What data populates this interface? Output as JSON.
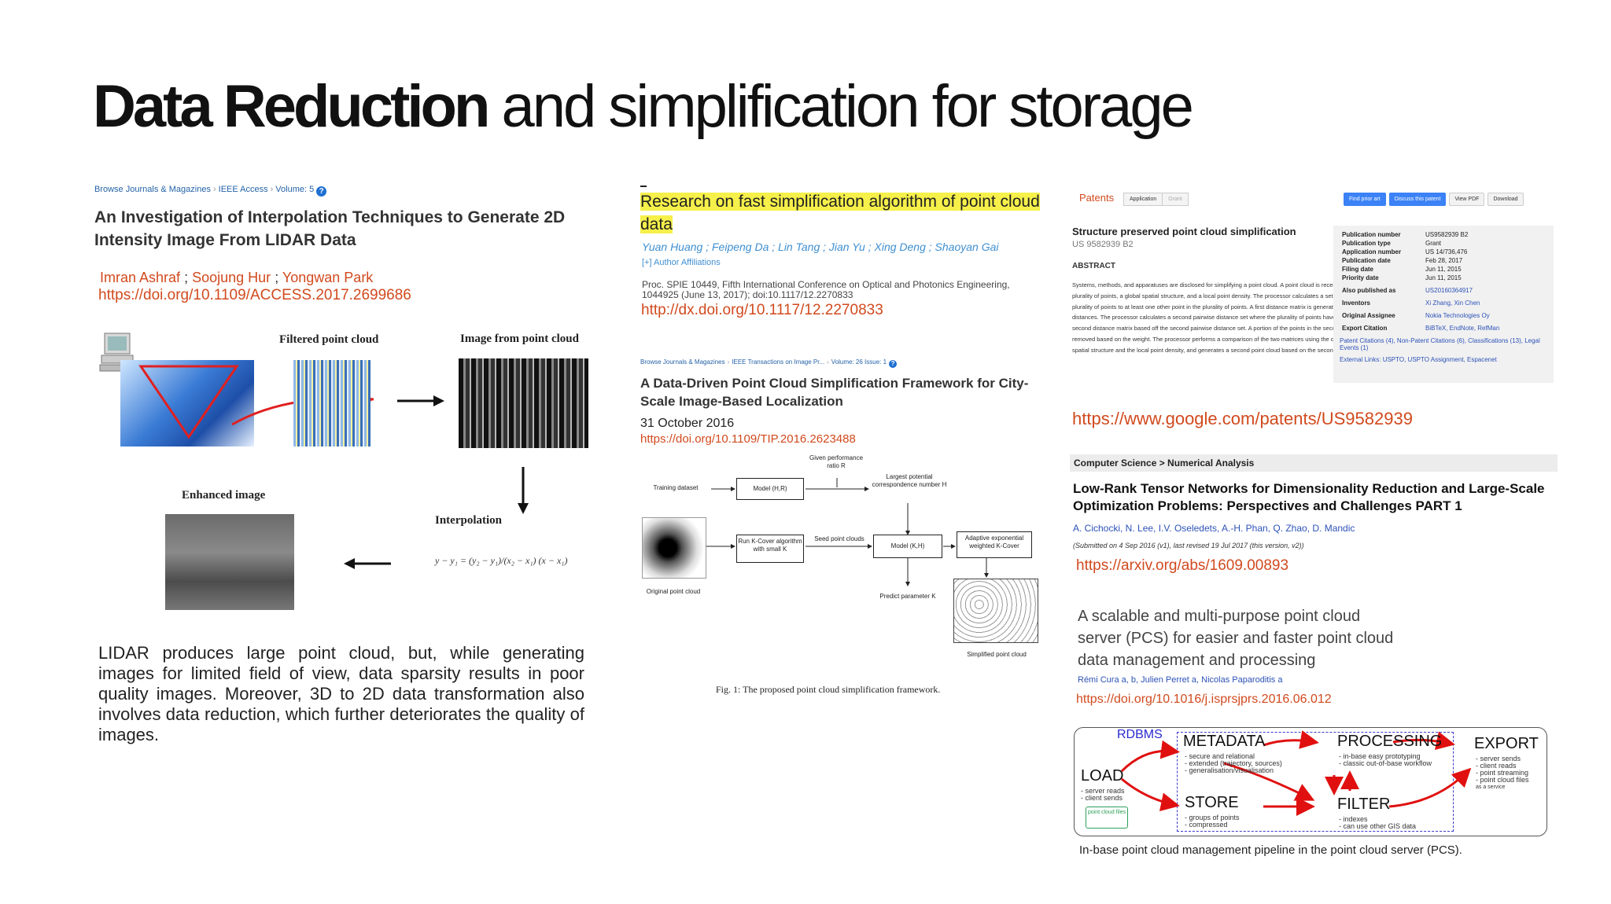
{
  "slide": {
    "title_bold": "Data Reduction",
    "title_light": "and simplification for storage"
  },
  "paper1": {
    "breadcrumb": [
      "Browse Journals & Magazines",
      "IEEE Access",
      "Volume: 5"
    ],
    "help_glyph": "?",
    "title": "An Investigation of Interpolation Techniques to Generate 2D Intensity Image From LIDAR Data",
    "authors": [
      "Imran Ashraf",
      "Soojung Hur",
      "Yongwan Park"
    ],
    "author_sep": ";",
    "doi": "https://doi.org/10.1109/ACCESS.2017.2699686",
    "figure": {
      "filtered_label": "Filtered point cloud",
      "image_label": "Image from point cloud",
      "enhanced_label": "Enhanced image",
      "interp_label": "Interpolation",
      "formula": "y − y₁ = (y₂ − y₁)/(x₂ − x₁) (x − x₁)"
    },
    "summary": "LIDAR produces large point cloud, but, while generating images for limited field of view, data sparsity results in poor quality images. Moreover, 3D to 2D data transformation also involves data reduction, which further deteriorates the quality of images."
  },
  "paper2": {
    "title": "Research on fast simplification algorithm of point cloud data",
    "authors": "Yuan Huang ; Feipeng Da ; Lin Tang ; Jian Yu ; Xing Deng ; Shaoyan Gai",
    "affiliations": "[+] Author Affiliations",
    "citation": "Proc. SPIE 10449, Fifth International Conference on Optical and Photonics Engineering, 1044925 (June 13, 2017); doi:10.1117/12.2270833",
    "doi": "http://dx.doi.org/10.1117/12.2270833"
  },
  "paper3": {
    "breadcrumb": [
      "Browse Journals & Magazines",
      "IEEE Transactions on Image Pr...",
      "Volume: 26 Issue: 1"
    ],
    "title": "A Data-Driven Point Cloud Simplification Framework for City-Scale Image-Based Localization",
    "date": "31 October 2016",
    "doi": "https://doi.org/10.1109/TIP.2016.2623488",
    "diagram": {
      "training": "Training dataset",
      "model_hr": "Model (H,R)",
      "given": "Given performance ratio R",
      "largest": "Largest potential correspondence number H",
      "runk": "Run K-Cover algorithm with small K",
      "seed": "Seed point clouds",
      "model_kh": "Model (K,H)",
      "adaptive": "Adaptive exponential weighted K-Cover",
      "predict": "Predict parameter K",
      "original": "Original point cloud",
      "simplified": "Simplified point cloud"
    },
    "caption": "Fig. 1: The proposed point cloud simplification framework."
  },
  "patent": {
    "brand": "Patents",
    "tabs": [
      "Application",
      "Grant"
    ],
    "buttons": [
      "Find prior art",
      "Discuss this patent",
      "View PDF",
      "Download"
    ],
    "title": "Structure preserved point cloud simplification",
    "number": "US 9582939 B2",
    "abstract_heading": "ABSTRACT",
    "abstract": "Systems, methods, and apparatuses are disclosed for simplifying a point cloud. A point cloud is received where the point cloud has a plurality of points, a global spatial structure, and a local point density. The processor calculates a set of pairwise distances for the plurality of points to at least one other point in the plurality of points. A first distance matrix is generated using the set of pairwise distances. The processor calculates a second pairwise distance set where the plurality of points have a weight and generates a second distance matrix based off the second pairwise distance set. A portion of the points in the second pairwise distance set are removed based on the weight. The processor performs a comparison of the two matrices using the comparison and the global spatial structure and the local point density, and generates a second point cloud based on the second distance matrix.",
    "meta": [
      {
        "k": "Publication number",
        "v": "US9582939 B2"
      },
      {
        "k": "Publication type",
        "v": "Grant"
      },
      {
        "k": "Application number",
        "v": "US 14/736,476"
      },
      {
        "k": "Publication date",
        "v": "Feb 28, 2017"
      },
      {
        "k": "Filing date",
        "v": "Jun 11, 2015"
      },
      {
        "k": "Priority date",
        "v": "Jun 11, 2015"
      },
      {
        "k": "Also published as",
        "v": "US20160364917"
      },
      {
        "k": "Inventors",
        "v": "Xi Zhang, Xin Chen"
      },
      {
        "k": "Original Assignee",
        "v": "Nokia Technologies Oy"
      },
      {
        "k": "Export Citation",
        "v": "BiBTeX, EndNote, RefMan"
      }
    ],
    "citations": "Patent Citations (4), Non-Patent Citations (6), Classifications (13), Legal Events (1)",
    "external": "External Links: USPTO, USPTO Assignment, Espacenet",
    "url": "https://www.google.com/patents/US9582939"
  },
  "paper4": {
    "category": "Computer Science > Numerical Analysis",
    "title": "Low-Rank Tensor Networks for Dimensionality Reduction and Large-Scale Optimization Problems: Perspectives and Challenges PART 1",
    "authors": "A. Cichocki, N. Lee, I.V. Oseledets, A.-H. Phan, Q. Zhao, D. Mandic",
    "submitted": "(Submitted on 4 Sep 2016 (v1), last revised 19 Jul 2017 (this version, v2))",
    "url": "https://arxiv.org/abs/1609.00893"
  },
  "paper5": {
    "title": "A scalable and multi-purpose point cloud server (PCS) for easier and faster point cloud data management and processing",
    "authors": "Rémi Cura a, b, Julien Perret a, Nicolas Paparoditis a",
    "doi": "https://doi.org/10.1016/j.isprsjprs.2016.06.012",
    "pipeline": {
      "rdbms": "RDBMS",
      "metadata": "METADATA",
      "metadata_sub": [
        "- secure and relational",
        "- extended (trajectory, sources)",
        "- generalisation/visualisation"
      ],
      "processing": "PROCESSING",
      "processing_sub": [
        "- in-base easy prototyping",
        "- classic out-of-base workflow"
      ],
      "export": "EXPORT",
      "export_sub": [
        "- server sends",
        "- client reads",
        "- point streaming",
        "- point cloud files",
        "  as a service"
      ],
      "load": "LOAD",
      "load_sub": [
        "- server reads",
        "- client sends"
      ],
      "files": "point cloud files",
      "store": "STORE",
      "store_sub": [
        "- groups of points",
        "- compressed"
      ],
      "filter": "FILTER",
      "filter_sub": [
        "- indexes",
        "- can use other GIS data"
      ]
    },
    "caption": "In-base point cloud management pipeline in the point cloud server (PCS)."
  }
}
